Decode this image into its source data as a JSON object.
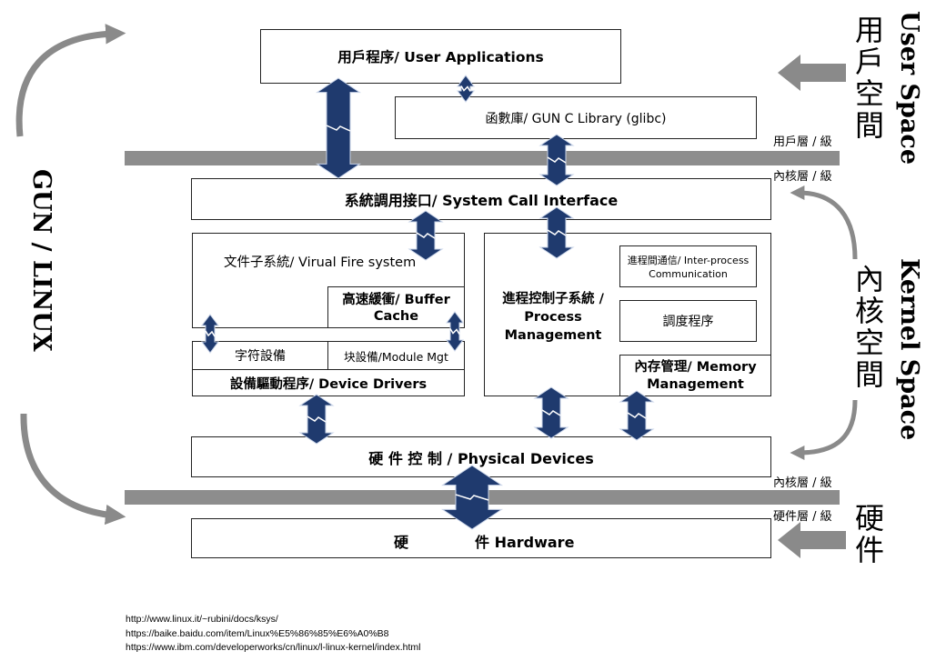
{
  "user_apps": "用戶程序/ User Applications",
  "glibc": "函數庫/ GUN C Library (glibc)",
  "syscall": "系統調用接口/ System Call Interface",
  "vfs": "文件子系統/ Virual Fire system",
  "buffer_cache_1": "高速緩衝/ Buffer",
  "buffer_cache_2": "Cache",
  "char_dev": "字符設備",
  "block_dev": "块設備/Module Mgt",
  "device_drivers": "設備驅動程序/ Device Drivers",
  "proc_mgmt_1": "進程控制子系統 /",
  "proc_mgmt_2": "Process",
  "proc_mgmt_3": "Management",
  "ipc_1": "進程間通信/ Inter-process",
  "ipc_2": "Communication",
  "scheduler": "調度程序",
  "mem_mgmt_1": "內存管理/ Memory",
  "mem_mgmt_2": "Management",
  "physical_devices": "硬 件 控 制 / Physical Devices",
  "hardware_left": "硬",
  "hardware_right": "件 Hardware",
  "level_user": "用戶層 / 級",
  "level_kernel_top": "內核層 / 級",
  "level_kernel_bottom": "內核層 / 級",
  "level_hardware": "硬件層 / 級",
  "user_space_en": "User Space",
  "user_space_zh": [
    "用",
    "戶",
    "空",
    "間"
  ],
  "kernel_space_en": "Kernel Space",
  "kernel_space_zh": [
    "內",
    "核",
    "空",
    "間"
  ],
  "hardware_zh": [
    "硬",
    "件"
  ],
  "gun_linux": "GUN / LINUX",
  "references": [
    "http://www.linux.it/~rubini/docs/ksys/",
    "https://baike.baidu.com/item/Linux%E5%86%85%E6%A0%B8",
    "https://www.ibm.com/developerworks/cn/linux/l-linux-kernel/index.html"
  ],
  "colors": {
    "arrow_fill": "#1f3a6e",
    "bar_gray": "#8d8d8d",
    "side_arrow_gray": "#8a8a8a"
  }
}
